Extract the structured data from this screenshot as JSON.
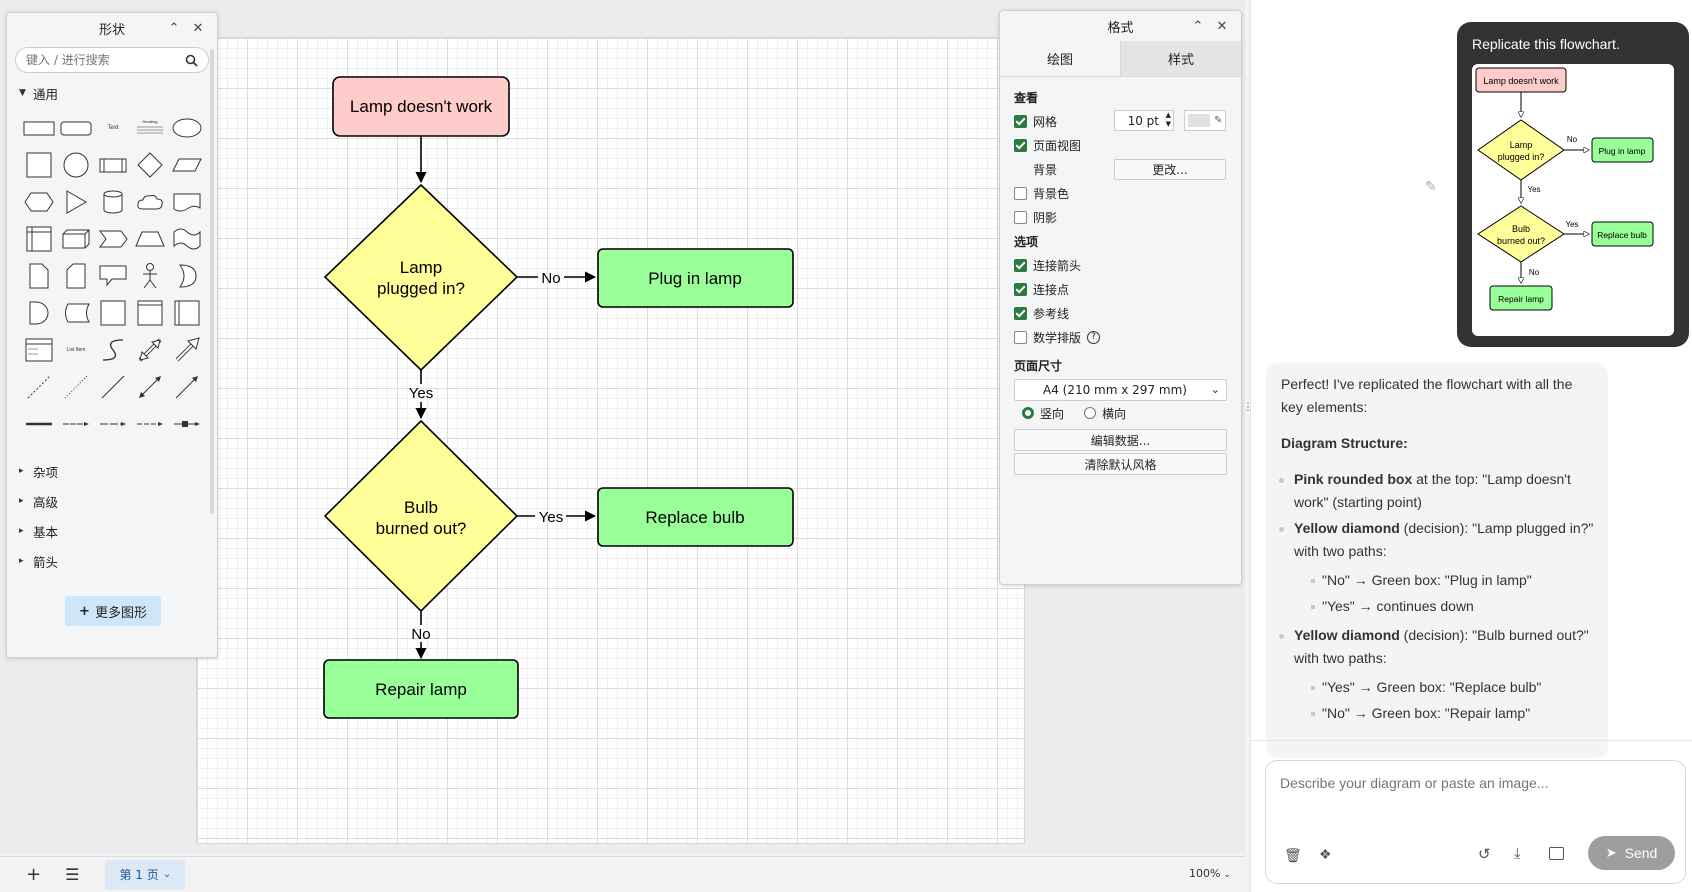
{
  "shapes_panel": {
    "title": "形状",
    "search_placeholder": "键入 / 进行搜索",
    "section_general": "通用",
    "categories": [
      "杂项",
      "高级",
      "基本",
      "箭头"
    ],
    "more_shapes": "更多图形",
    "text_label": "Text",
    "heading_label": "Heading",
    "list_item_label": "List Item"
  },
  "diagram": {
    "start": "Lamp doesn't work",
    "decision1": [
      "Lamp",
      "plugged in?"
    ],
    "decision2": [
      "Bulb",
      "burned out?"
    ],
    "action1": "Plug in lamp",
    "action2": "Replace bulb",
    "action3": "Repair lamp",
    "label_no": "No",
    "label_yes": "Yes",
    "colors": {
      "start": "#ffcccc",
      "decision": "#ffff99",
      "action": "#99ff99",
      "stroke": "#000000"
    }
  },
  "format_panel": {
    "title": "格式",
    "tabs": [
      "绘图",
      "样式"
    ],
    "view_title": "查看",
    "grid": "网格",
    "grid_size": "10 pt",
    "page_view": "页面视图",
    "background": "背景",
    "change_button": "更改...",
    "background_color": "背景色",
    "shadow": "阴影",
    "options_title": "选项",
    "connection_arrows": "连接箭头",
    "connection_points": "连接点",
    "guides": "参考线",
    "math_typesetting": "数学排版",
    "page_size_title": "页面尺寸",
    "page_size_value": "A4 (210 mm x 297 mm)",
    "portrait": "竖向",
    "landscape": "横向",
    "edit_data": "编辑数据...",
    "clear_default_style": "清除默认风格"
  },
  "bottom_bar": {
    "page_tab": "第 1 页",
    "zoom": "100%"
  },
  "chat": {
    "user_message": "Replicate this flowchart.",
    "mini": {
      "start": "Lamp doesn't work",
      "d1": [
        "Lamp",
        "plugged in?"
      ],
      "d2": [
        "Bulb",
        "burned out?"
      ],
      "a1": "Plug in lamp",
      "a2": "Replace bulb",
      "a3": "Repair lamp",
      "no": "No",
      "yes": "Yes"
    },
    "reply_intro": "Perfect! I've replicated the flowchart with all the key elements:",
    "reply_heading": "Diagram Structure:",
    "b1_bold": "Pink rounded box",
    "b1_rest": " at the top: \"Lamp doesn't work\" (starting point)",
    "b2_bold": "Yellow diamond",
    "b2_rest": " (decision): \"Lamp plugged in?\" with two paths:",
    "b2_s1": "\"No\" → Green box: \"Plug in lamp\"",
    "b2_s2": "\"Yes\" → continues down",
    "b3_bold": "Yellow diamond",
    "b3_rest": " (decision): \"Bulb burned out?\" with two paths:",
    "b3_s1": "\"Yes\" → Green box: \"Replace bulb\"",
    "b3_s2": "\"No\" → Green box: \"Repair lamp\"",
    "input_placeholder": "Describe your diagram or paste an image...",
    "send_label": "Send"
  }
}
